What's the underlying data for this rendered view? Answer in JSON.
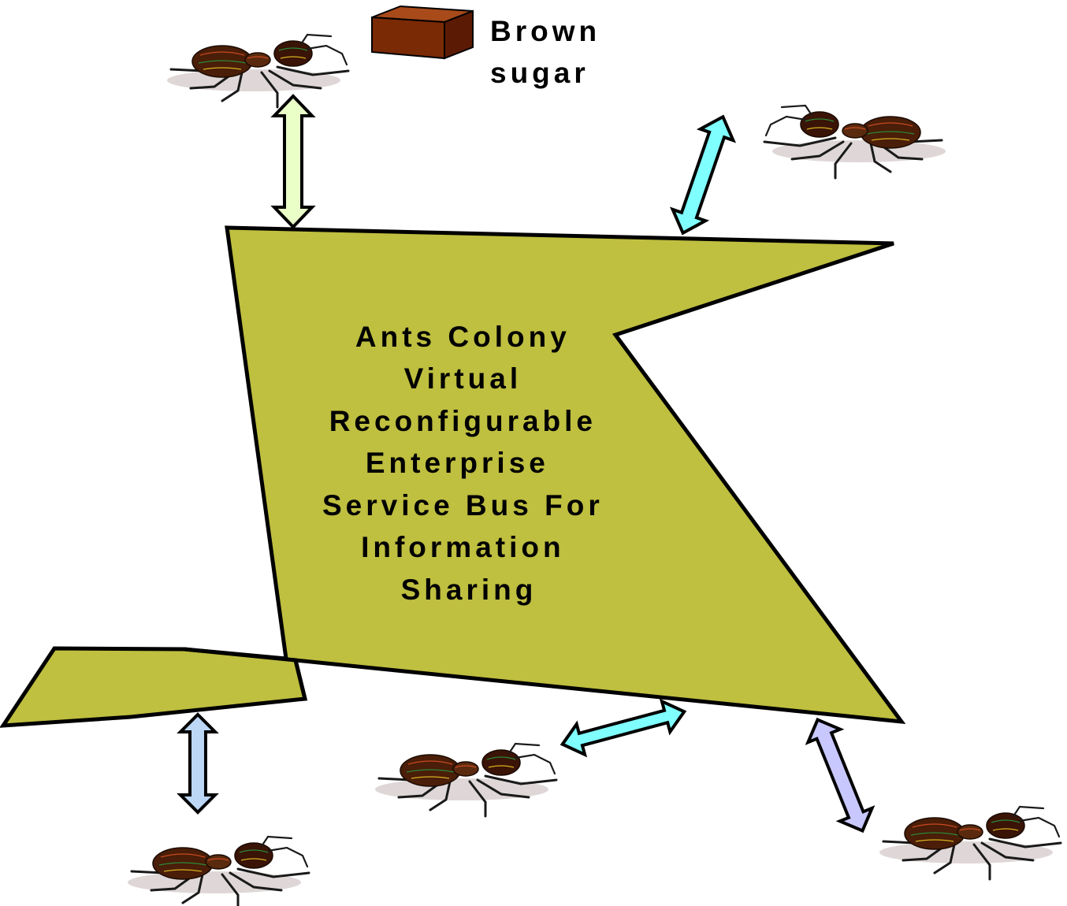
{
  "center_label": {
    "lines": [
      "Ants Colony",
      "Virtual",
      "Reconfigurable",
      "Enterprise",
      "Service Bus For",
      "Information",
      "Sharing"
    ]
  },
  "sugar_label": {
    "lines": [
      "Brown",
      "sugar"
    ]
  },
  "colors": {
    "shape_fill": "#bfbf40",
    "shape_stroke": "#000000",
    "sugar_cube": "#7a2a05",
    "arrow_green": "#eaffc8",
    "arrow_cyan": "#80ffff",
    "arrow_blue": "#bcd6f5",
    "arrow_violet": "#c8c8ff",
    "ant_head": "#3a1406",
    "ant_body": "#5a2a0e"
  },
  "icons": {
    "ant": "ant-icon",
    "sugar": "sugar-cube-icon",
    "arrow": "double-arrow-icon"
  }
}
